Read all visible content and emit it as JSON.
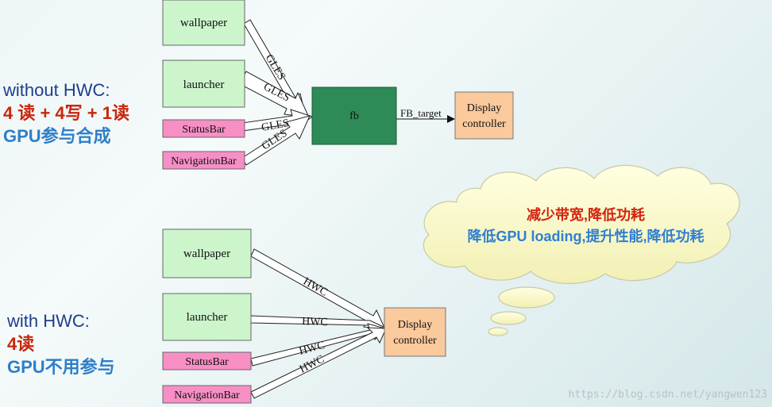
{
  "top": {
    "heading": "without HWC:",
    "reads_writes": "4 读 + 4写 + 1读",
    "gpu_note": "GPU参与合成",
    "layers": [
      "wallpaper",
      "launcher",
      "StatusBar",
      "NavigationBar"
    ],
    "edge_label": "GLES",
    "fb_label": "fb",
    "target_label": "FB_target",
    "display_line1": "Display",
    "display_line2": "controller"
  },
  "bottom": {
    "heading": "with HWC:",
    "reads": "4读",
    "gpu_note": "GPU不用参与",
    "layers": [
      "wallpaper",
      "launcher",
      "StatusBar",
      "NavigationBar"
    ],
    "edge_label": "HWC",
    "display_line1": "Display",
    "display_line2": "controller"
  },
  "cloud": {
    "line1": "减少带宽,降低功耗",
    "line2": "降低GPU loading,提升性能,降低功耗"
  },
  "watermark": "https://blog.csdn.net/yangwen123",
  "colors": {
    "green_box": "#ccf5cc",
    "pink_box": "#f78fc5",
    "fb_box": "#2e8b57",
    "display_box": "#fac99c",
    "cloud_fill": "#fdfdc8",
    "red_text": "#c8260b",
    "blue_text": "#2d7fc8"
  }
}
